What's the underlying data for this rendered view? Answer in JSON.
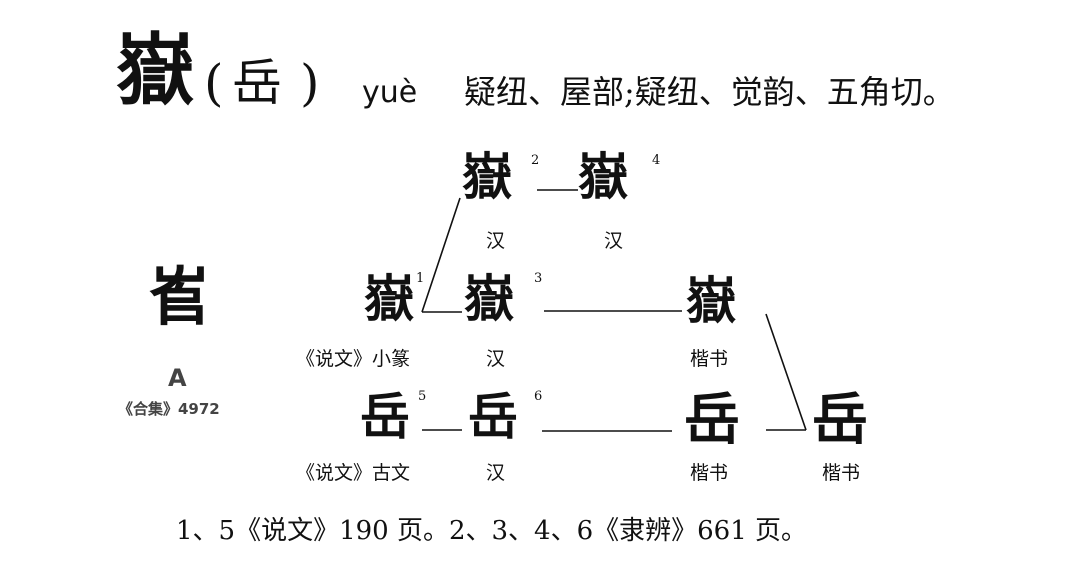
{
  "header": {
    "char": "嶽",
    "paren_open": "(",
    "variant": "岳",
    "paren_close": ")",
    "pinyin": "yuè",
    "description": "疑纽、屋部;疑纽、觉韵、五角切。"
  },
  "oracle": {
    "glyph": "𡴎",
    "label": "A",
    "source": "《合集》4972"
  },
  "nodes": [
    {
      "id": "n1",
      "glyph": "嶽",
      "num": "1",
      "label": "《说文》小篆"
    },
    {
      "id": "n2",
      "glyph": "嶽",
      "num": "2",
      "label": "汉"
    },
    {
      "id": "n3",
      "glyph": "嶽",
      "num": "3",
      "label": "汉"
    },
    {
      "id": "n4",
      "glyph": "嶽",
      "num": "4",
      "label": "汉"
    },
    {
      "id": "n5",
      "glyph": "岳",
      "num": "5",
      "label": "《说文》古文"
    },
    {
      "id": "n6",
      "glyph": "岳",
      "num": "6",
      "label": "汉"
    },
    {
      "id": "n7",
      "glyph": "嶽",
      "num": "",
      "label": "楷书"
    },
    {
      "id": "n8",
      "glyph": "岳",
      "num": "",
      "label": "楷书"
    },
    {
      "id": "n9",
      "glyph": "岳",
      "num": "",
      "label": "楷书"
    }
  ],
  "footer": "1、5《说文》190 页。2、3、4、6《隶辨》661 页。"
}
